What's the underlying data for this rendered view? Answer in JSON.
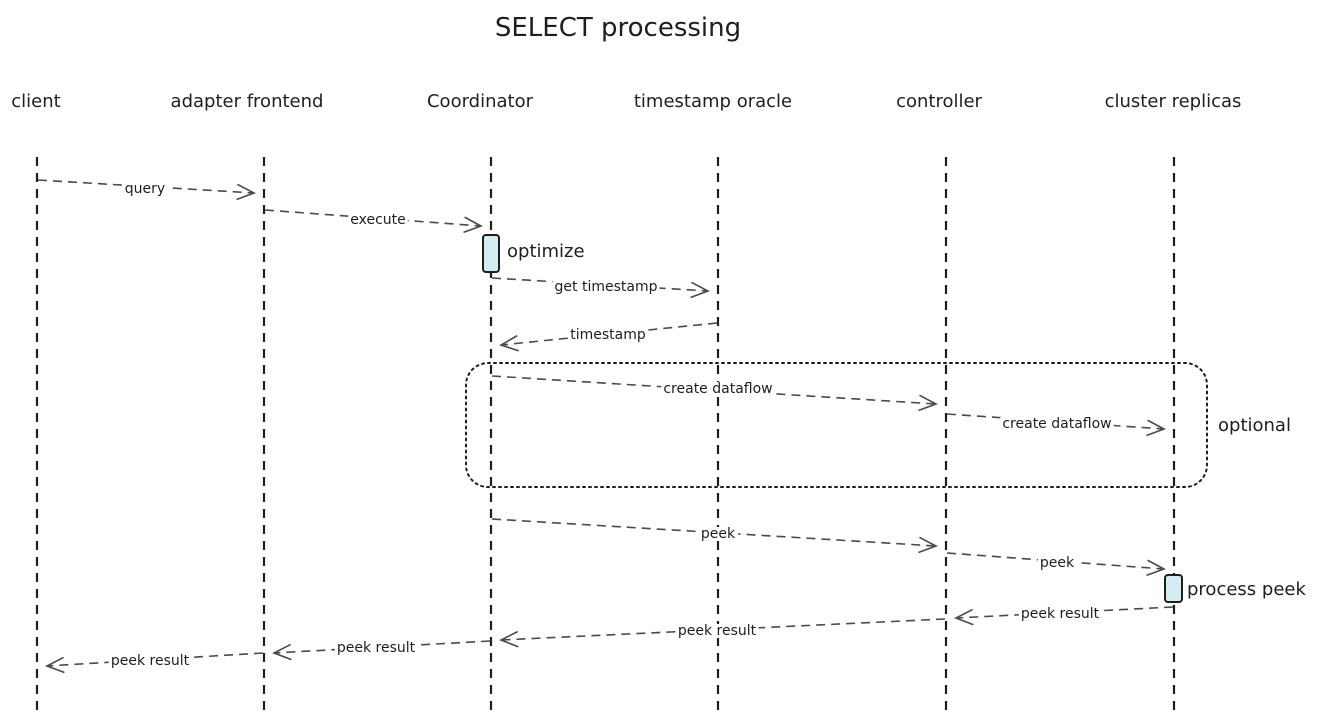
{
  "diagram": {
    "title": "SELECT processing",
    "actors": [
      {
        "id": "client",
        "label": "client"
      },
      {
        "id": "adapter_frontend",
        "label": "adapter frontend"
      },
      {
        "id": "coordinator",
        "label": "Coordinator"
      },
      {
        "id": "timestamp_oracle",
        "label": "timestamp oracle"
      },
      {
        "id": "controller",
        "label": "controller"
      },
      {
        "id": "cluster_replicas",
        "label": "cluster replicas"
      }
    ],
    "messages": [
      {
        "from": "client",
        "to": "adapter_frontend",
        "label": "query"
      },
      {
        "from": "adapter_frontend",
        "to": "coordinator",
        "label": "execute"
      },
      {
        "from": "coordinator",
        "to": "timestamp_oracle",
        "label": "get timestamp"
      },
      {
        "from": "timestamp_oracle",
        "to": "coordinator",
        "label": "timestamp"
      },
      {
        "from": "coordinator",
        "to": "controller",
        "label": "create dataflow"
      },
      {
        "from": "controller",
        "to": "cluster_replicas",
        "label": "create dataflow"
      },
      {
        "from": "coordinator",
        "to": "controller",
        "label": "peek"
      },
      {
        "from": "controller",
        "to": "cluster_replicas",
        "label": "peek"
      },
      {
        "from": "cluster_replicas",
        "to": "controller",
        "label": "peek result"
      },
      {
        "from": "controller",
        "to": "coordinator",
        "label": "peek result"
      },
      {
        "from": "coordinator",
        "to": "adapter_frontend",
        "label": "peek result"
      },
      {
        "from": "adapter_frontend",
        "to": "client",
        "label": "peek result"
      }
    ],
    "activations": [
      {
        "actor": "coordinator",
        "label": "optimize"
      },
      {
        "actor": "cluster_replicas",
        "label": "process peek"
      }
    ],
    "optional_group": {
      "label": "optional"
    }
  }
}
